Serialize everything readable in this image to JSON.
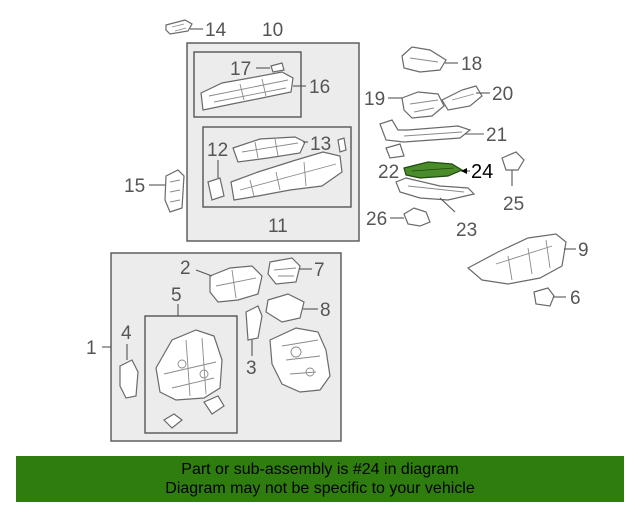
{
  "diagram": {
    "highlighted_part": "24",
    "callouts": [
      "1",
      "2",
      "3",
      "4",
      "5",
      "6",
      "7",
      "8",
      "9",
      "10",
      "11",
      "12",
      "13",
      "14",
      "15",
      "16",
      "17",
      "18",
      "19",
      "20",
      "21",
      "22",
      "23",
      "24",
      "25",
      "26"
    ]
  },
  "caption": {
    "line1": "Part or sub-assembly is #24 in diagram",
    "line2": "Diagram may not be specific to your vehicle"
  },
  "colors": {
    "caption_bg": "#2e7d0e",
    "highlight": "#4a8c2a"
  }
}
